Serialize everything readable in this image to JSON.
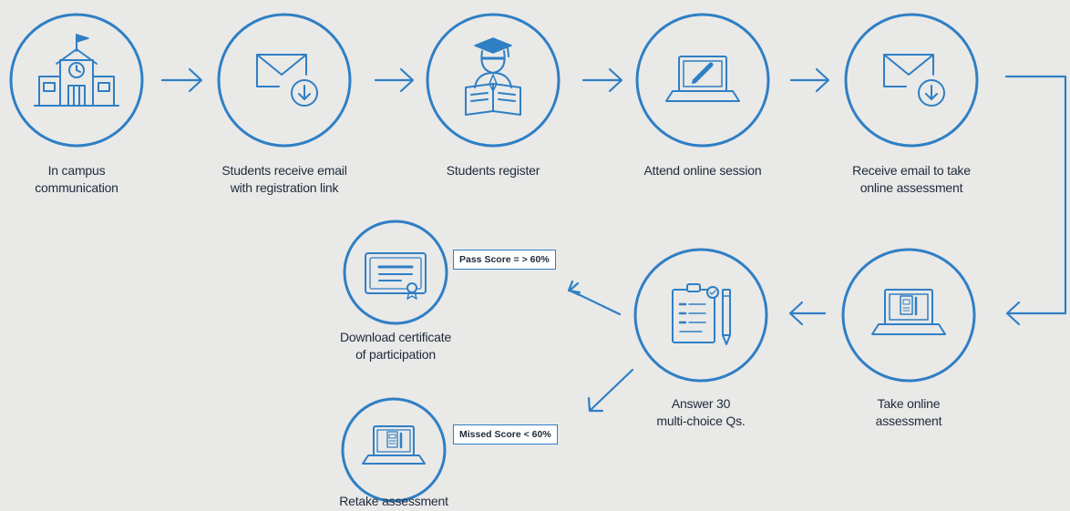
{
  "colors": {
    "accent": "#2f7fc4",
    "background": "#e9e9e8",
    "text": "#1e2a3a"
  },
  "steps": [
    {
      "id": "in-campus",
      "icon": "school-building-icon",
      "label_lines": [
        "In campus",
        "communication"
      ]
    },
    {
      "id": "receive-email",
      "icon": "email-download-icon",
      "label_lines": [
        "Students receive email",
        "with registration link"
      ]
    },
    {
      "id": "register",
      "icon": "graduate-student-icon",
      "label_lines": [
        "Students register"
      ]
    },
    {
      "id": "online-session",
      "icon": "laptop-pencil-icon",
      "label_lines": [
        "Attend online session"
      ]
    },
    {
      "id": "assessment-email",
      "icon": "email-download-icon",
      "label_lines": [
        "Receive email to take",
        "online assessment"
      ]
    },
    {
      "id": "take-assessment",
      "icon": "laptop-document-icon",
      "label_lines": [
        "Take online",
        "assessment"
      ]
    },
    {
      "id": "answer",
      "icon": "clipboard-pencil-icon",
      "label_lines": [
        "Answer 30",
        "multi-choice Qs."
      ]
    },
    {
      "id": "certificate",
      "icon": "certificate-icon",
      "label_lines": [
        "Download certificate",
        "of participation"
      ]
    },
    {
      "id": "retake",
      "icon": "laptop-document-icon",
      "label_lines": [
        "Retake assessment"
      ]
    }
  ],
  "outcomes": {
    "pass": "Pass Score = > 60%",
    "missed": "Missed Score < 60%"
  }
}
